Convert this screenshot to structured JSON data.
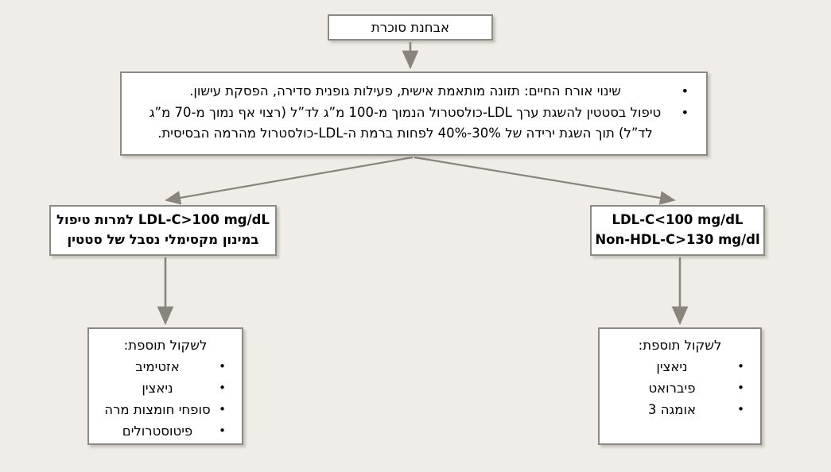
{
  "diagram": {
    "title": "אבחנת סוכרת",
    "language": "he",
    "background_color": "#f0ede8",
    "node_fill": "#ffffff",
    "node_border": "#8d8a84",
    "arrow_color": "#8a857c",
    "nodes": {
      "diagnosis": {
        "label": "אבחנת סוכרת"
      },
      "lifestyle": {
        "bullets": [
          "שינוי אורח החיים: תזונה מותאמת אישית, פעילות גופנית סדירה, הפסקת עישון.",
          "טיפול בסטטין להשגת ערך LDL-כולסטרול הנמוך מ-100 מ”ג לד”ל (רצוי אף נמוך מ-70 מ”ג",
          "לד”ל) תוך השגת ירידה של 30%-40% לפחות ברמת ה-LDL-כולסטרול מהרמה הבסיסית."
        ]
      },
      "cond_left": {
        "lines": [
          "LDL-C>100 mg/dL למרות טיפול",
          "במינון מקסימלי נסבל של סטטין"
        ]
      },
      "cond_right": {
        "lines": [
          "LDL-C<100 mg/dL",
          "Non-HDL-C>130 mg/dl"
        ]
      },
      "list_left": {
        "heading": "לשקול תוספת:",
        "items": [
          "אזטימיב",
          "ניאצין",
          "סופחי חומצות מרה",
          "פיטוסטרולים"
        ]
      },
      "list_right": {
        "heading": "לשקול תוספת:",
        "items": [
          "ניאצין",
          "פיברואט",
          "אומגה 3"
        ]
      }
    },
    "edges": [
      {
        "from": "diagnosis",
        "to": "lifestyle",
        "kind": "vertical-arrow"
      },
      {
        "from": "lifestyle",
        "to": "cond_left",
        "kind": "diagonal-arrow"
      },
      {
        "from": "lifestyle",
        "to": "cond_right",
        "kind": "diagonal-arrow"
      },
      {
        "from": "cond_left",
        "to": "list_left",
        "kind": "vertical-arrow"
      },
      {
        "from": "cond_right",
        "to": "list_right",
        "kind": "vertical-arrow"
      }
    ]
  }
}
